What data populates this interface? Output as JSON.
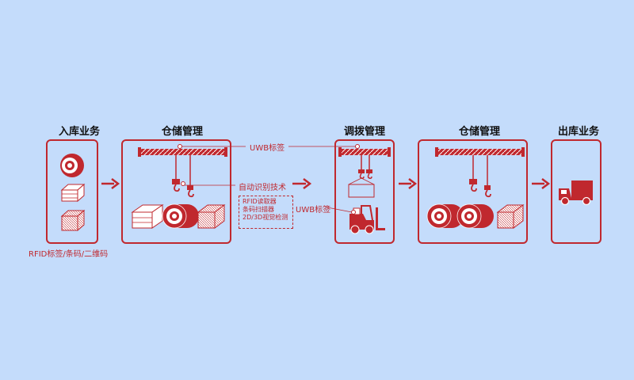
{
  "stages": {
    "inbound": "入库业务",
    "storage1": "仓储管理",
    "transfer": "调拨管理",
    "storage2": "仓储管理",
    "outbound": "出库业务"
  },
  "labels": {
    "uwb_top": "UWB标签",
    "auto_id": "自动识别技术",
    "uwb_side": "UWB标签",
    "rfid": "RFID标签/条码/二维码"
  },
  "tech_list": [
    "RFID读取器",
    "条码扫描器",
    "2D/3D视觉检测"
  ],
  "colors": {
    "accent": "#c0282e",
    "background": "#c4dcfb"
  }
}
